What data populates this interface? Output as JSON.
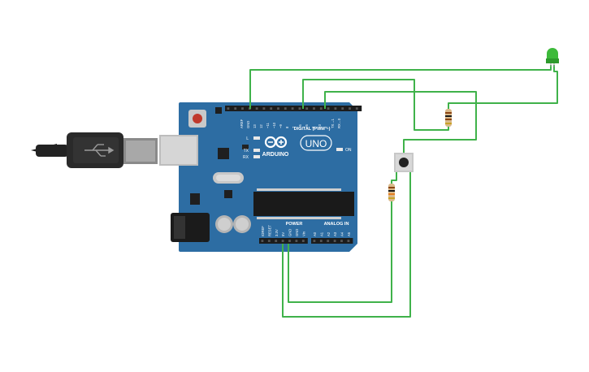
{
  "board": {
    "brand": "ARDUINO",
    "model": "UNO",
    "digital_header": "DIGITAL (PWM ~)",
    "power_header": "POWER",
    "analog_header": "ANALOG IN",
    "led_labels": [
      "L",
      "TX",
      "RX"
    ],
    "on_label": "ON",
    "digital_pins": [
      "AREF",
      "GND",
      "13",
      "12",
      "~11",
      "~10",
      "~9",
      "8",
      "7",
      "~6",
      "~5",
      "4",
      "~3",
      "2",
      "TX→1",
      "RX←0"
    ],
    "power_pins": [
      "IOREF",
      "RESET",
      "3.3V",
      "5V",
      "GND",
      "GND",
      "Vin"
    ],
    "analog_pins": [
      "A0",
      "A1",
      "A2",
      "A3",
      "A4",
      "A5"
    ]
  },
  "components": {
    "usb_cable": "usb-b-plug",
    "led_color": "#3dba3a",
    "wire_color": "#3fb24a",
    "board_color": "#2d6da3"
  }
}
